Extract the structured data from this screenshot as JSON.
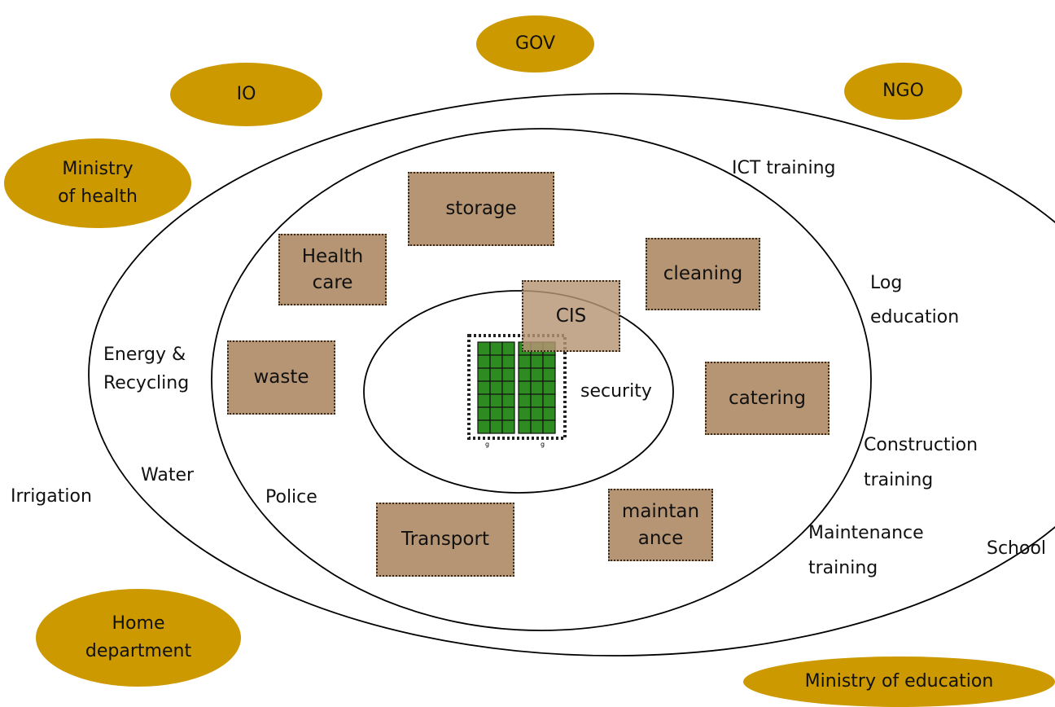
{
  "colors": {
    "stakeholder_fill": "#cc9900",
    "service_fill": "#b69574",
    "grid_fill": "#2e8b22",
    "ring_stroke": "#000000"
  },
  "stakeholders": {
    "gov": "GOV",
    "io": "IO",
    "ngo": "NGO",
    "ministry_health": "Ministry\nof health",
    "home_department": "Home\ndepartment",
    "ministry_education": "Ministry of education"
  },
  "services": {
    "storage": "storage",
    "health_care": "Health\ncare",
    "cleaning": "cleaning",
    "cis": "CIS",
    "waste": "waste",
    "catering": "catering",
    "transport": "Transport",
    "maintenance": "maintan\nance"
  },
  "inner_ring": {
    "security": "security"
  },
  "middle_ring": {
    "energy_recycling": "Energy &\nRecycling",
    "police": "Police",
    "ict_training": "ICT training",
    "log_education": "Log\neducation",
    "construction_training": "Construction\ntraining",
    "maintenance_training": "Maintenance\ntraining"
  },
  "outer_ring": {
    "water": "Water",
    "irrigation": "Irrigation",
    "school": "School"
  },
  "camp_grid": {
    "label_a": "g",
    "label_b": "g"
  }
}
